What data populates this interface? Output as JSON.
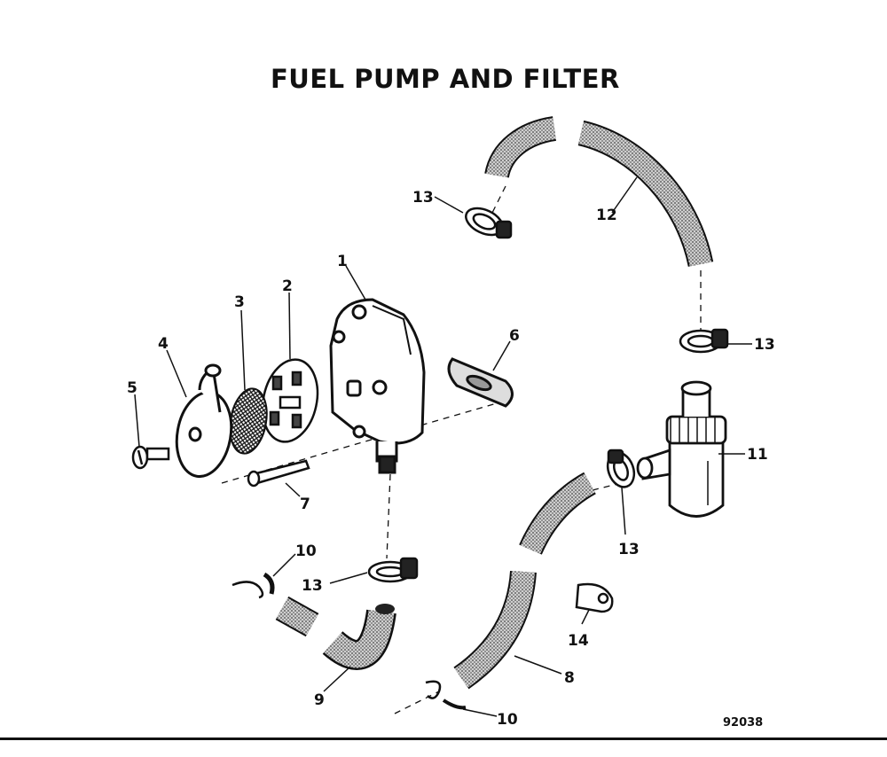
{
  "title": "FUEL PUMP AND FILTER",
  "figure_number": "92038",
  "callouts": {
    "c1": "1",
    "c2": "2",
    "c3": "3",
    "c4": "4",
    "c5": "5",
    "c6": "6",
    "c7": "7",
    "c8": "8",
    "c9": "9",
    "c10a": "10",
    "c10b": "10",
    "c11": "11",
    "c12": "12",
    "c13a": "13",
    "c13b": "13",
    "c13c": "13",
    "c13d": "13",
    "c14": "14"
  }
}
